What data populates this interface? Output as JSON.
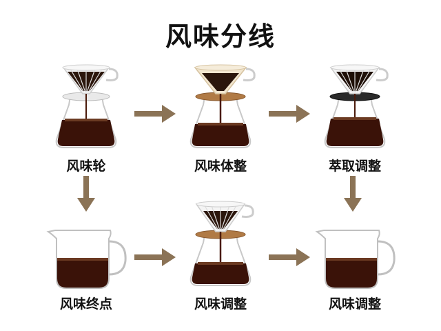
{
  "title": "风味分线",
  "nodes": [
    {
      "label": "风味轮"
    },
    {
      "label": "风味体整"
    },
    {
      "label": "萃取调整"
    },
    {
      "label": "风味终点"
    },
    {
      "label": "风味调整"
    },
    {
      "label": "风味调整"
    }
  ],
  "colors": {
    "arrow": "#8b7356",
    "coffee": "#3a1208",
    "glass": "#c8c8c8",
    "copper": "#b07a45",
    "dark_collar": "#2a2a2a",
    "paper": "#f2e6cf"
  }
}
